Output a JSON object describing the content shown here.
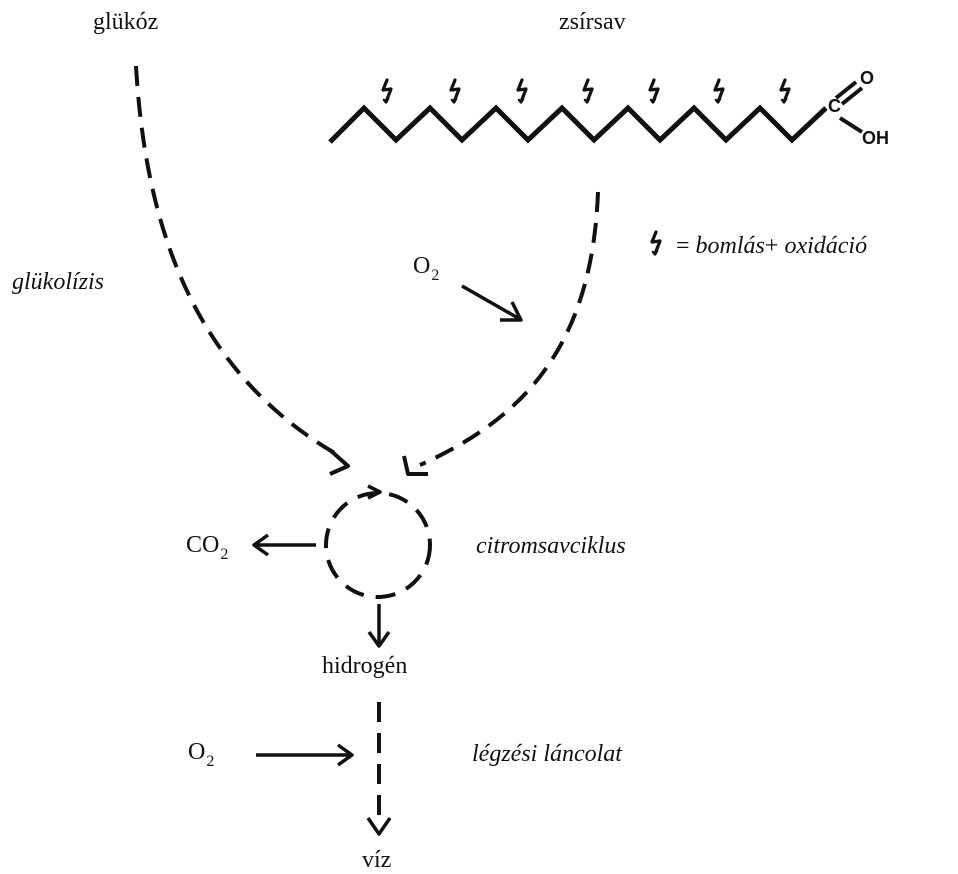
{
  "labels": {
    "glucose": "glükóz",
    "fatty_acid": "zsírsav",
    "glycolysis": "glükolízis",
    "o2_top": "O",
    "o2_top_sub": "2",
    "co2": "CO",
    "co2_sub": "2",
    "citric_cycle": "citromsavciklus",
    "hydrogen": "hidrogén",
    "o2_bottom": "O",
    "o2_bottom_sub": "2",
    "respiratory_chain": "légzési láncolat",
    "water": "víz"
  },
  "molecule": {
    "carbon": "C",
    "oxygen": "O",
    "hydroxyl": "OH"
  },
  "legend": {
    "equals": "=",
    "decomposition": "bomlás",
    "plus": "+",
    "oxidation": "oxidáció"
  },
  "colors": {
    "ink": "#111111",
    "background": "#ffffff"
  }
}
